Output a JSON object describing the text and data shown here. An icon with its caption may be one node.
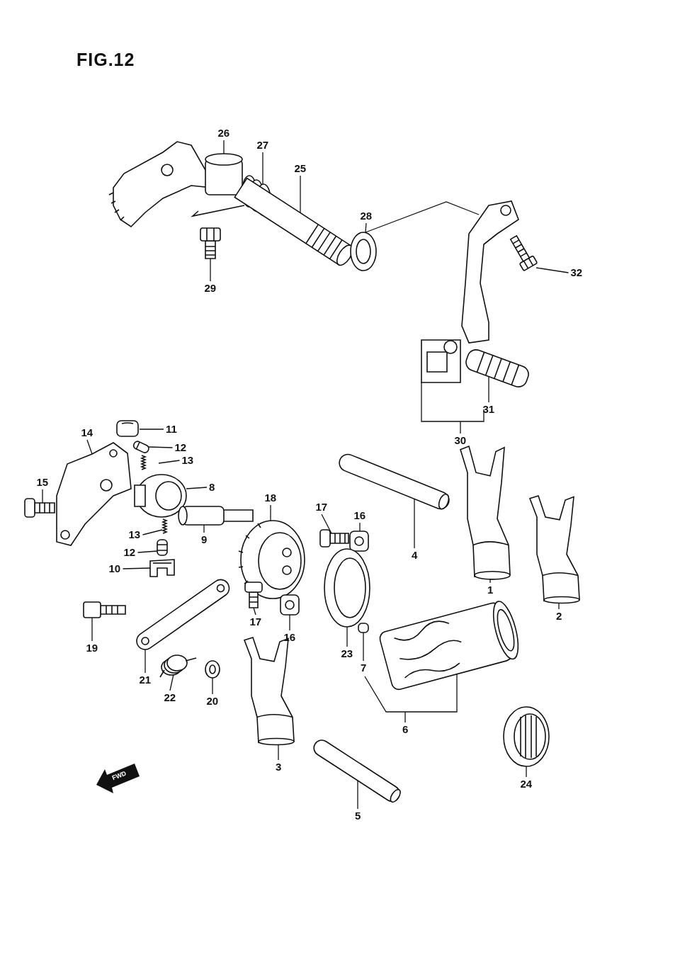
{
  "diagram": {
    "title": "FIG.12",
    "nodes": [
      {
        "text": [
          "26"
        ]
      },
      {
        "text": [],
        "shape": "picture"
      },
      {
        "text": [
          "27"
        ]
      },
      {
        "text": [],
        "shape": "picture"
      },
      {
        "text": [
          "25"
        ]
      },
      {
        "text": [],
        "shape": "picture"
      },
      {
        "text": [
          "28"
        ]
      },
      {
        "text": [],
        "shape": "picture"
      },
      {
        "text": [
          "29"
        ]
      },
      {
        "text": [],
        "shape": "picture"
      },
      {
        "text": [
          "32"
        ]
      },
      {
        "text": [],
        "shape": "picture"
      },
      {
        "text": [
          "31"
        ]
      },
      {
        "text": [],
        "shape": "picture"
      },
      {
        "text": [
          "30"
        ]
      },
      {
        "text": [],
        "shape": "picture"
      },
      {
        "text": [
          "11"
        ]
      },
      {
        "text": [],
        "shape": "picture"
      },
      {
        "text": [
          "12"
        ]
      },
      {
        "text": [],
        "shape": "picture"
      },
      {
        "text": [
          "13"
        ]
      },
      {
        "text": [],
        "shape": "picture"
      },
      {
        "text": [
          "8"
        ]
      },
      {
        "text": [],
        "shape": "picture"
      },
      {
        "text": [
          "14"
        ]
      },
      {
        "text": [],
        "shape": "picture"
      },
      {
        "text": [
          "15"
        ]
      },
      {
        "text": [],
        "shape": "picture"
      },
      {
        "text": [
          "9"
        ]
      },
      {
        "text": [],
        "shape": "picture"
      },
      {
        "text": [
          "13"
        ]
      },
      {
        "text": [],
        "shape": "picture"
      },
      {
        "text": [
          "12"
        ]
      },
      {
        "text": [],
        "shape": "picture"
      },
      {
        "text": [
          "10"
        ]
      },
      {
        "text": [],
        "shape": "picture"
      },
      {
        "text": [
          "18"
        ]
      },
      {
        "text": [],
        "shape": "picture"
      },
      {
        "text": [
          "17"
        ]
      },
      {
        "text": [],
        "shape": "picture"
      },
      {
        "text": [
          "16"
        ]
      },
      {
        "text": [],
        "shape": "picture"
      },
      {
        "text": [
          "4"
        ]
      },
      {
        "text": [],
        "shape": "picture"
      },
      {
        "text": [
          "1"
        ]
      },
      {
        "text": [],
        "shape": "picture"
      },
      {
        "text": [
          "2"
        ]
      },
      {
        "text": [],
        "shape": "picture"
      },
      {
        "text": [
          "17"
        ]
      },
      {
        "text": [],
        "shape": "picture"
      },
      {
        "text": [
          "16"
        ]
      },
      {
        "text": [],
        "shape": "picture"
      },
      {
        "text": [
          "19"
        ]
      },
      {
        "text": [],
        "shape": "picture"
      },
      {
        "text": [
          "21"
        ]
      },
      {
        "text": [],
        "shape": "picture"
      },
      {
        "text": [
          "22"
        ]
      },
      {
        "text": [],
        "shape": "picture"
      },
      {
        "text": [
          "20"
        ]
      },
      {
        "text": [],
        "shape": "picture"
      },
      {
        "text": [
          "23"
        ]
      },
      {
        "text": [],
        "shape": "picture"
      },
      {
        "text": [
          "7"
        ]
      },
      {
        "text": [],
        "shape": "picture"
      },
      {
        "text": [
          "6"
        ]
      },
      {
        "text": [],
        "shape": "picture"
      },
      {
        "text": [
          "3"
        ]
      },
      {
        "text": [],
        "shape": "picture"
      },
      {
        "text": [
          "5"
        ]
      },
      {
        "text": [],
        "shape": "picture"
      },
      {
        "text": [
          "24"
        ]
      },
      {
        "text": [],
        "shape": "picture"
      }
    ],
    "edges": [
      {
        "from": 0,
        "to": 1,
        "arrow": "none"
      },
      {
        "from": 2,
        "to": 3,
        "arrow": "none"
      },
      {
        "from": 4,
        "to": 5,
        "arrow": "none"
      },
      {
        "from": 6,
        "to": 7,
        "arrow": "none"
      },
      {
        "from": 8,
        "to": 9,
        "arrow": "none"
      },
      {
        "from": 10,
        "to": 11,
        "arrow": "none"
      },
      {
        "from": 12,
        "to": 13,
        "arrow": "none"
      },
      {
        "from": 14,
        "to": 15,
        "arrow": "none"
      },
      {
        "from": 16,
        "to": 17,
        "arrow": "none"
      },
      {
        "from": 18,
        "to": 19,
        "arrow": "none"
      },
      {
        "from": 20,
        "to": 21,
        "arrow": "none"
      },
      {
        "from": 22,
        "to": 23,
        "arrow": "none"
      },
      {
        "from": 24,
        "to": 25,
        "arrow": "none"
      },
      {
        "from": 26,
        "to": 27,
        "arrow": "none"
      },
      {
        "from": 28,
        "to": 29,
        "arrow": "none"
      },
      {
        "from": 30,
        "to": 31,
        "arrow": "none"
      },
      {
        "from": 32,
        "to": 33,
        "arrow": "none"
      },
      {
        "from": 34,
        "to": 35,
        "arrow": "none"
      },
      {
        "from": 36,
        "to": 37,
        "arrow": "none"
      },
      {
        "from": 38,
        "to": 39,
        "arrow": "none"
      },
      {
        "from": 40,
        "to": 41,
        "arrow": "none"
      },
      {
        "from": 42,
        "to": 43,
        "arrow": "none"
      },
      {
        "from": 44,
        "to": 45,
        "arrow": "none"
      },
      {
        "from": 46,
        "to": 47,
        "arrow": "none"
      },
      {
        "from": 48,
        "to": 49,
        "arrow": "none"
      },
      {
        "from": 50,
        "to": 51,
        "arrow": "none"
      },
      {
        "from": 52,
        "to": 53,
        "arrow": "none"
      },
      {
        "from": 54,
        "to": 55,
        "arrow": "none"
      },
      {
        "from": 56,
        "to": 57,
        "arrow": "none"
      },
      {
        "from": 58,
        "to": 59,
        "arrow": "none"
      },
      {
        "from": 60,
        "to": 61,
        "arrow": "none"
      },
      {
        "from": 62,
        "to": 63,
        "arrow": "none"
      },
      {
        "from": 64,
        "to": 65,
        "arrow": "none"
      },
      {
        "from": 66,
        "to": 67,
        "arrow": "none"
      },
      {
        "from": 68,
        "to": 69,
        "arrow": "none"
      },
      {
        "from": 70,
        "to": 71,
        "arrow": "none"
      },
      {
        "from": 7,
        "to": 15,
        "arrow": "none"
      }
    ],
    "labels": [
      "FWD"
    ]
  }
}
